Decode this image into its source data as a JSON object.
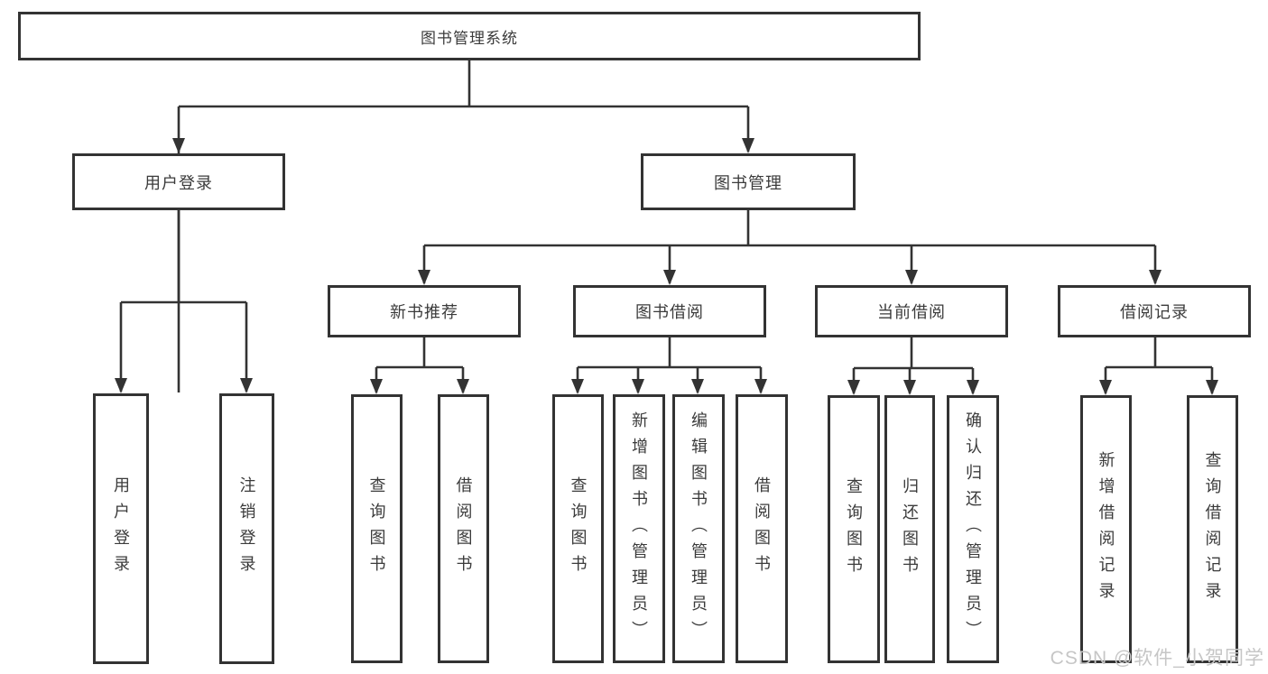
{
  "tree": {
    "label": "图书管理系统",
    "children": [
      {
        "label": "用户登录",
        "children": [
          {
            "label": "用户登录"
          },
          {
            "label": "注销登录"
          }
        ]
      },
      {
        "label": "图书管理",
        "children": [
          {
            "label": "新书推荐",
            "children": [
              {
                "label": "查询图书"
              },
              {
                "label": "借阅图书"
              }
            ]
          },
          {
            "label": "图书借阅",
            "children": [
              {
                "label": "查询图书"
              },
              {
                "label": "新增图书（管理员）"
              },
              {
                "label": "编辑图书（管理员）"
              },
              {
                "label": "借阅图书"
              }
            ]
          },
          {
            "label": "当前借阅",
            "children": [
              {
                "label": "查询图书"
              },
              {
                "label": "归还图书"
              },
              {
                "label": "确认归还（管理员）"
              }
            ]
          },
          {
            "label": "借阅记录",
            "children": [
              {
                "label": "新增借阅记录"
              },
              {
                "label": "查询借阅记录"
              }
            ]
          }
        ]
      }
    ]
  },
  "watermark": {
    "text": "CSDN @软件_小贺同学"
  },
  "colors": {
    "line": "#333333",
    "box_border": "#333333",
    "text": "#3b3b3b",
    "watermark": "#c6c6c6",
    "background": "#ffffff"
  }
}
